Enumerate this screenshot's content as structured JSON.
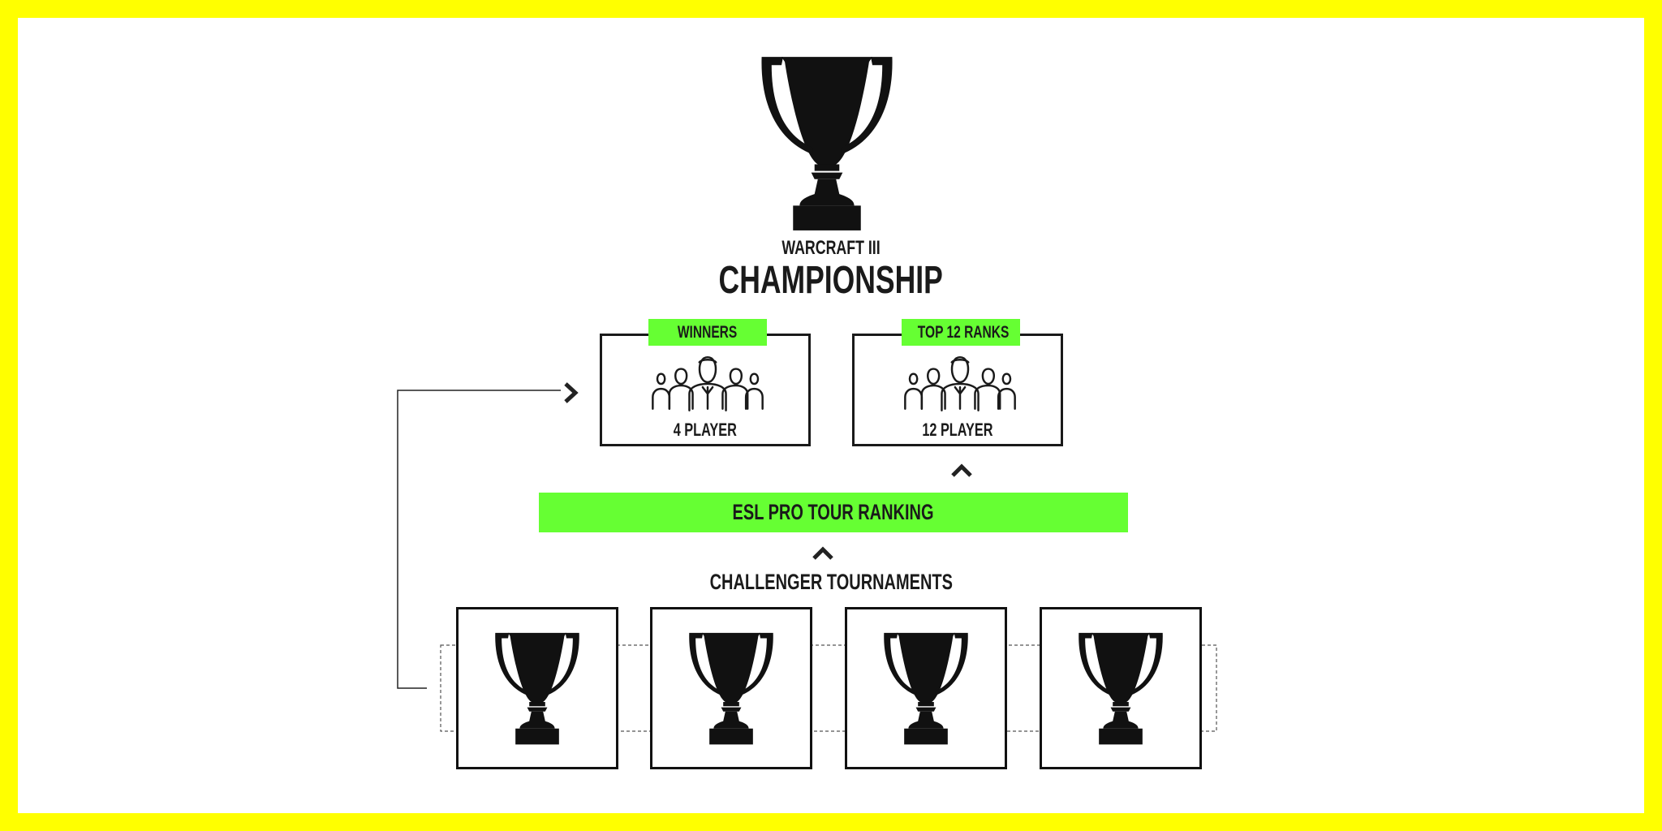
{
  "title": {
    "small": "WARCRAFT III",
    "big": "CHAMPIONSHIP"
  },
  "qualifiers": [
    {
      "tag": "WINNERS",
      "label": "4 PLAYER",
      "icon": "players-group-icon"
    },
    {
      "tag": "TOP 12 RANKS",
      "label": "12 PLAYER",
      "icon": "players-group-icon"
    }
  ],
  "ranking": {
    "label": "ESL PRO TOUR RANKING"
  },
  "challenger": {
    "title": "CHALLENGER TOURNAMENTS",
    "count": 4,
    "icon": "trophy-icon"
  },
  "colors": {
    "border": "#ffff00",
    "accent": "#66ff33",
    "ink": "#1a1a1a"
  }
}
